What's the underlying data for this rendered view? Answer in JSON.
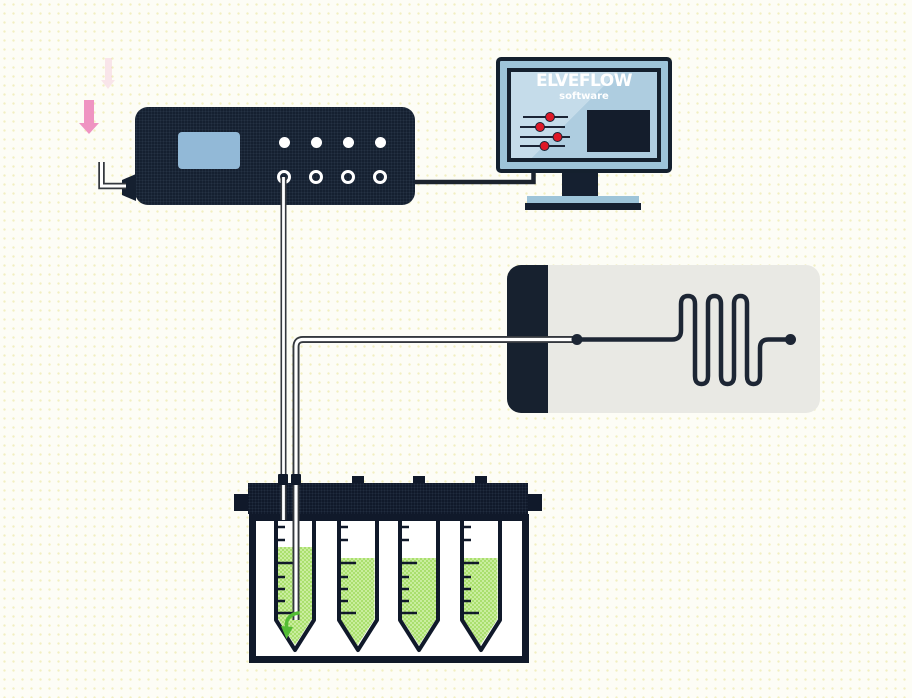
{
  "page": {
    "background_color": "#fdfdf6",
    "dot_grid_color": "#e9e496"
  },
  "flow_arrows": {
    "main_color": "#ef94c2",
    "ghost_opacity": 0.22,
    "direction": "down"
  },
  "controller": {
    "name": "pressure-controller",
    "body_color": "#152030",
    "screen_color": "#92b9d7",
    "led_count": 4,
    "port_count": 4,
    "connected_port_index": 1
  },
  "monitor": {
    "name": "computer-monitor",
    "title": "ELVEFLOW",
    "subtitle": "software",
    "frame_color": "#9dc4d9",
    "bezel_color": "#14202e",
    "screen_color": "#aecde0",
    "graph_panel_color": "#141d2c",
    "slider_track_color": "#1b2435",
    "slider_knob_color": "#df1826",
    "slider_values": [
      0.61,
      0.44,
      0.75,
      0.54
    ]
  },
  "chip": {
    "name": "microfluidic-chip",
    "body_color": "#e9e9e4",
    "cap_color": "#17212f",
    "channel_color": "#1d2634",
    "channel_style": "serpentine",
    "serpentine_loops": 3
  },
  "rack": {
    "name": "falcon-tube-rack",
    "frame_color": "#10192a",
    "tube_count": 4,
    "liquid_color_dark": "#aadf6e",
    "liquid_color_light": "#c9ee9e",
    "fill_fractions": [
      0.8,
      0.72,
      0.72,
      0.72
    ],
    "flow_arrow_color": "#54bd35"
  },
  "tubing": {
    "core_color": "#ffffff",
    "outline_color": "#34383e",
    "cable_color": "#1c232e"
  }
}
